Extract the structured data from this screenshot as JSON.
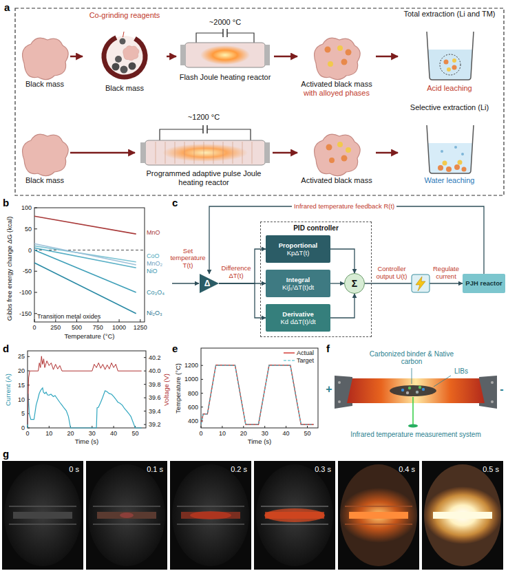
{
  "diagram": {
    "nodes": [
      {
        "text": [
          "Black mass"
        ]
      },
      {
        "text": [
          "Co-grinding reagents",
          "Black mass"
        ]
      },
      {
        "text": [
          "~2000 °C",
          "Flash Joule heating reactor"
        ]
      },
      {
        "text": [
          "Activated black mass",
          "with alloyed phases"
        ]
      },
      {
        "text": [
          "Total extraction (Li and TM)",
          "Acid leaching"
        ]
      },
      {
        "text": [
          "Black mass"
        ]
      },
      {
        "text": [
          "~1200 °C",
          "Programmed adaptive pulse Joule heating reactor"
        ]
      },
      {
        "text": [
          "Activated black mass"
        ]
      },
      {
        "text": [
          "Selective extraction (Li)",
          "Water leaching"
        ]
      },
      {
        "text": [
          "Δ"
        ]
      },
      {
        "text": [
          "PID controller"
        ]
      },
      {
        "text": [
          "Proportional",
          "KpΔT(t)"
        ],
        "in": 10
      },
      {
        "text": [
          "Integral",
          "Ki∫₀ᵗΔT(t)dt"
        ],
        "in": 10
      },
      {
        "text": [
          "Derivative",
          "Kd dΔT(t)/dt"
        ],
        "in": 10
      },
      {
        "text": [
          "Σ"
        ],
        "in": 10
      },
      {
        "text": [
          "PJH reactor"
        ]
      }
    ],
    "edges": [
      {
        "from": 0,
        "to": 1,
        "arrow": "to"
      },
      {
        "from": 1,
        "to": 2,
        "arrow": "to"
      },
      {
        "from": 2,
        "to": 3,
        "arrow": "to"
      },
      {
        "from": 3,
        "to": 4,
        "arrow": "to"
      },
      {
        "from": 5,
        "to": 6,
        "arrow": "to"
      },
      {
        "from": 6,
        "to": 7,
        "arrow": "to"
      },
      {
        "from": 7,
        "to": 8,
        "arrow": "to"
      },
      {
        "from": 9,
        "to": 11,
        "arrow": "to"
      },
      {
        "from": 9,
        "to": 12,
        "arrow": "to"
      },
      {
        "from": 9,
        "to": 13,
        "arrow": "to"
      },
      {
        "from": 11,
        "to": 14,
        "arrow": "to"
      },
      {
        "from": 12,
        "to": 14,
        "arrow": "to"
      },
      {
        "from": 13,
        "to": 14,
        "arrow": "to"
      },
      {
        "from": 14,
        "to": 15,
        "arrow": "to"
      },
      {
        "from": 15,
        "to": 9,
        "label": "Infrared temperature feedback R(t)",
        "arrow": "to"
      }
    ],
    "labels": [
      "a",
      "b",
      "c",
      "d",
      "e",
      "f",
      "g",
      "100",
      "50",
      "0",
      "-50",
      "-100",
      "-150",
      "0",
      "250",
      "500",
      "750",
      "1000",
      "1250",
      "Gibbs free energy change ΔG (kcal)",
      "Temperature (°C)",
      "MnO",
      "CoO",
      "MnO₂",
      "NiO",
      "Co₃O₄",
      "Ni₂O₃",
      "Transition metal oxides",
      "Set temperature T(t)",
      "Difference ΔT(t)",
      "Controller output U(t)",
      "Regulate current",
      "0",
      "5",
      "10",
      "15",
      "20",
      "25",
      "39.2",
      "39.4",
      "39.6",
      "39.8",
      "40.0",
      "40.2",
      "0",
      "10",
      "20",
      "30",
      "40",
      "50",
      "Current (A)",
      "Voltage (V)",
      "Time (s)",
      "400",
      "600",
      "800",
      "1000",
      "1200",
      "0",
      "10",
      "20",
      "30",
      "40",
      "50",
      "Temperature (°C)",
      "Time (s)",
      "+",
      "-",
      "Carbonized binder & Native carbon",
      "LIBs",
      "Infrared temperature measurement system",
      "0 s",
      "0.1 s",
      "0.2 s",
      "0.3 s",
      "0.4 s",
      "0.5 s"
    ],
    "legend": [
      {
        "text": "Actual"
      },
      {
        "text": "Target"
      }
    ]
  }
}
